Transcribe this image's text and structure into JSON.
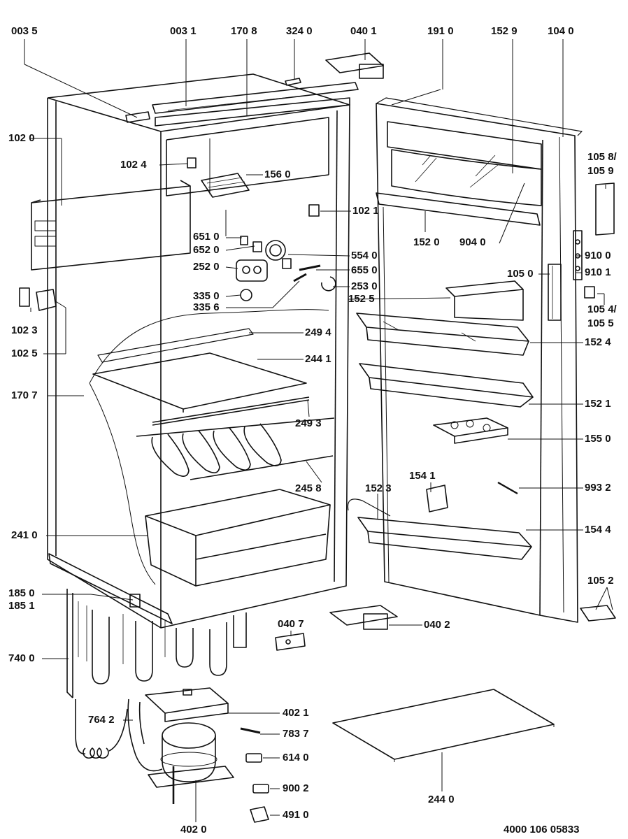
{
  "diagram": {
    "document_number": "4000 106 05833",
    "part_labels": [
      "003 5",
      "003 1",
      "170 8",
      "324 0",
      "040 1",
      "191 0",
      "152 9",
      "104 0",
      "102 0",
      "102 4",
      "156 0",
      "105 8/",
      "105 9",
      "102 1",
      "152 0",
      "904 0",
      "651 0",
      "652 0",
      "554 0",
      "910 0",
      "252 0",
      "655 0",
      "105 0",
      "910 1",
      "335 0",
      "253 0",
      "335 6",
      "152 5",
      "105 4/",
      "105 5",
      "102 3",
      "102 5",
      "249 4",
      "152 4",
      "244 1",
      "170 7",
      "152 1",
      "249 3",
      "155 0",
      "154 1",
      "152 3",
      "245 8",
      "993 2",
      "241 0",
      "154 4",
      "105 2",
      "185 0",
      "185 1",
      "040 7",
      "040 2",
      "740 0",
      "402 1",
      "764 2",
      "783 7",
      "614 0",
      "900 2",
      "491 0",
      "402 0",
      "244 0"
    ]
  }
}
